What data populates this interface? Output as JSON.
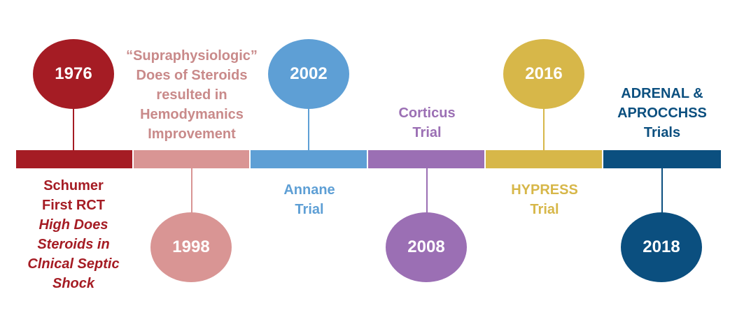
{
  "colors": {
    "red": "#a51c24",
    "pink": "#d99594",
    "blue": "#5e9fd5",
    "purple": "#9b6fb4",
    "gold": "#d7b749",
    "navy": "#0b4f7f"
  },
  "events": [
    {
      "year": "1976",
      "lines": [
        "Schumer",
        "First RCT"
      ],
      "italic_lines": [
        "High Does",
        "Steroids in",
        "Clnical Septic",
        "Shock"
      ]
    },
    {
      "year": "1998",
      "lines": [
        "“Supraphysiologic”",
        "Does of Steroids",
        "resulted in",
        "Hemodymanics",
        "Improvement"
      ]
    },
    {
      "year": "2002",
      "lines": [
        "Annane",
        "Trial"
      ]
    },
    {
      "year": "2008",
      "lines": [
        "Corticus",
        "Trial"
      ]
    },
    {
      "year": "2016",
      "lines": [
        "HYPRESS",
        "Trial"
      ]
    },
    {
      "year": "2018",
      "lines": [
        "ADRENAL &",
        "APROCCHSS",
        "Trials"
      ]
    }
  ]
}
